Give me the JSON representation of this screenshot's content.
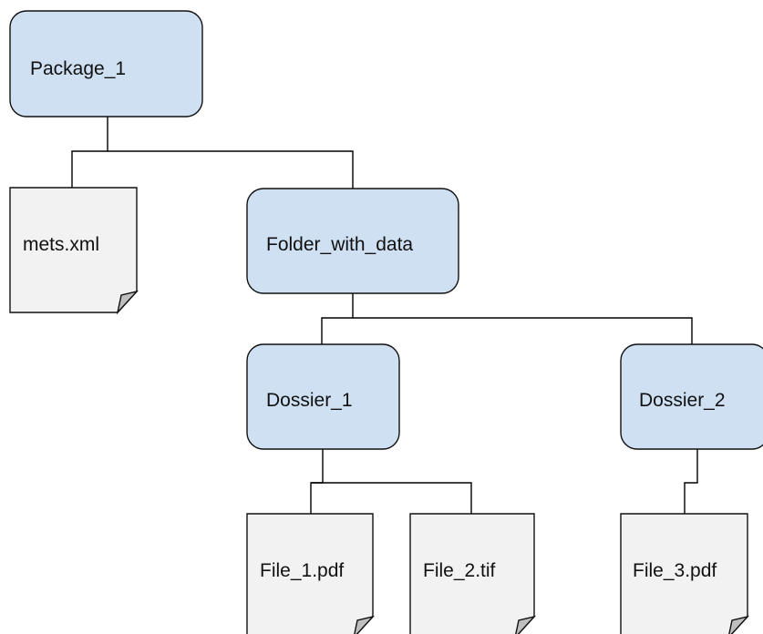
{
  "diagram": {
    "nodes": {
      "package": {
        "label": "Package_1",
        "kind": "folder"
      },
      "mets": {
        "label": "mets.xml",
        "kind": "file"
      },
      "folder_with_data": {
        "label": "Folder_with_data",
        "kind": "folder"
      },
      "dossier_1": {
        "label": "Dossier_1",
        "kind": "folder"
      },
      "dossier_2": {
        "label": "Dossier_2",
        "kind": "folder"
      },
      "file_1": {
        "label": "File_1.pdf",
        "kind": "file"
      },
      "file_2": {
        "label": "File_2.tif",
        "kind": "file"
      },
      "file_3": {
        "label": "File_3.pdf",
        "kind": "file"
      }
    },
    "edges": [
      {
        "from": "package",
        "to": "mets"
      },
      {
        "from": "package",
        "to": "folder_with_data"
      },
      {
        "from": "folder_with_data",
        "to": "dossier_1"
      },
      {
        "from": "folder_with_data",
        "to": "dossier_2"
      },
      {
        "from": "dossier_1",
        "to": "file_1"
      },
      {
        "from": "dossier_1",
        "to": "file_2"
      },
      {
        "from": "dossier_2",
        "to": "file_3"
      }
    ],
    "colors": {
      "folder_fill": "#cfe0f3",
      "file_fill": "#f2f2f2",
      "file_fold": "#bfbfbf",
      "stroke": "#111111"
    }
  }
}
